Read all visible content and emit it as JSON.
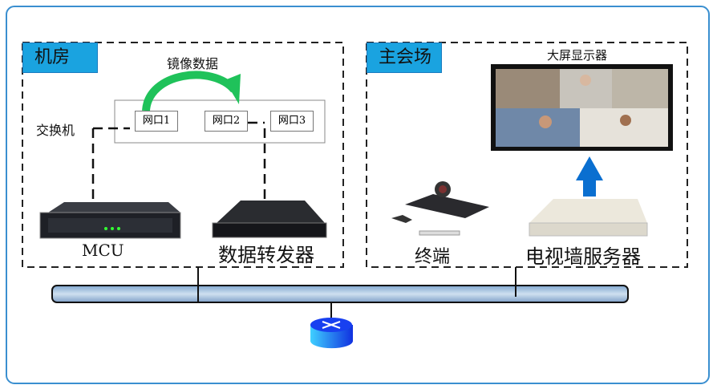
{
  "server_room": {
    "title": "机房",
    "mirror_label": "镜像数据",
    "switch_label": "交换机",
    "ports": [
      "网口1",
      "网口2",
      "网口3"
    ],
    "mcu_label": "MCU",
    "forwarder_label": "数据转发器"
  },
  "main_venue": {
    "title": "主会场",
    "display_label": "大屏显示器",
    "terminal_label": "终端",
    "tv_wall_server_label": "电视墙服务器"
  },
  "colors": {
    "frame": "#3a8fd0",
    "tag": "#1aa3e0",
    "mirror_arrow": "#1fc25a",
    "up_arrow": "#0a6fd0",
    "bus": "#9fc0e0"
  }
}
